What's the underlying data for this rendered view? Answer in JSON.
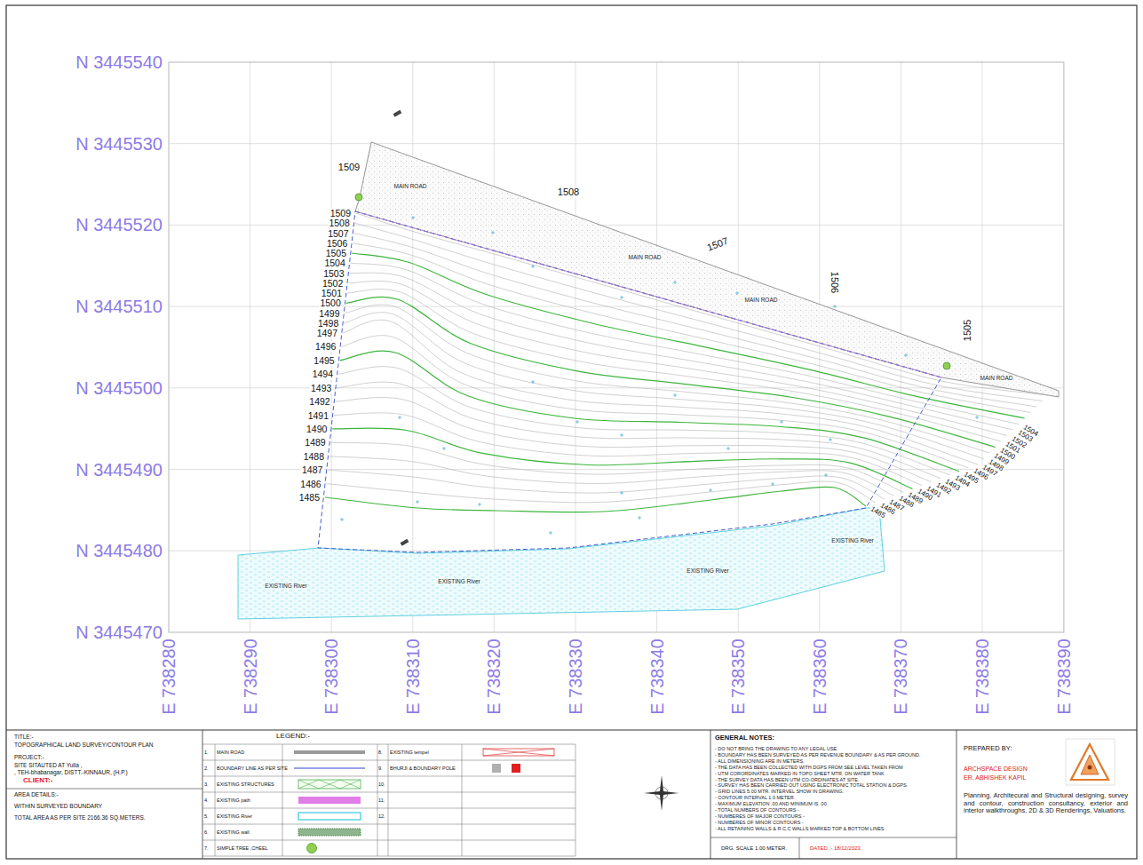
{
  "diagram": {
    "labels": [
      "N 3445540",
      "N 3445530",
      "N 3445520",
      "N 3445510",
      "N 3445500",
      "N 3445490",
      "N 3445480",
      "N 3445470",
      "E 738280",
      "E 738290",
      "E 738300",
      "E 738310",
      "E 738320",
      "E 738330",
      "E 738340",
      "E 738350",
      "E 738360",
      "E 738370",
      "E 738380",
      "E 738390",
      "1509",
      "1508",
      "1507",
      "1506",
      "1505",
      "1504",
      "1503",
      "1502",
      "1501",
      "1500",
      "1499",
      "1498",
      "1497",
      "1496",
      "1495",
      "1494",
      "1493",
      "1492",
      "1491",
      "1490",
      "1489",
      "1488",
      "1487",
      "1486",
      "1485",
      "1504",
      "1503",
      "1502",
      "1501",
      "1500",
      "1499",
      "1498",
      "1497",
      "1496",
      "1495",
      "1494",
      "1493",
      "1492",
      "1491",
      "1490",
      "1489",
      "1488",
      "1487",
      "1486",
      "1485",
      "1509",
      "1508",
      "1507",
      "1506",
      "1505",
      "MAIN ROAD",
      "MAIN ROAD",
      "MAIN ROAD",
      "MAIN ROAD",
      "EXISTING River",
      "EXISTING River",
      "EXISTING River",
      "EXISTING River",
      "TITLE:-",
      "TOPOGRAPHICAL LAND SURVEY/CONTOUR PLAN",
      "PROJECT:-",
      "SITE SITAUTED AT Yulla ,",
      ", TEH-bhabanagar, DISTT.-KINNAUR, (H.P.)",
      "CLIENT:-",
      "AREA DETAILS:-",
      "WITHIN SURVEYED BOUNDARY",
      "TOTAL AREA AS PER SITE 2166.36 SQ.METERS.",
      "LEGEND:-",
      "1.",
      "2.",
      "3.",
      "4.",
      "5.",
      "6.",
      "7.",
      "8.",
      "9.",
      "10.",
      "11.",
      "12.",
      "GENERAL NOTES:",
      "- DO NOT BRING THE DRAWING TO ANY LEGAL USE.",
      "- BOUNDARY HAS BEEN SURVEYED AS PER REVENUE BOUNDARY & AS PER GROUND.",
      "- ALL DIMENSIONING ARE IN METERS.",
      "- THE DATA HAS BEEN COLLECTED WITH DGPS FROM SEE LEVEL TAKEN FROM",
      "- UTM CORORDINATES MARKED IN TOPO SHEET MTR. ON WATER TANK",
      "- THE SURVEY DATA HAS BEEN UTM CO-ORDINATES AT SITE.",
      "- SURVEY HAS BEEN CARRIED OUT USING ELECTRONIC TOTAL STATION & DGPS.",
      "- GRID LINES 5.00 MTR. INTERVEL SHOW IN DRAWING.",
      "- CONTOUR INTERVAL 1.0 METER.",
      "- MAXIMUM ELEVATION .00 AND MINIMUM IS .00",
      "- TOTAL NUMBERS OF CONTOURS -",
      "- NUMBERES OF MAJOR CONTOURS -",
      "- NUMBERES OF MINOR CONTOURS -",
      "- ALL RETAINING WALLS & R.C.C WALLS MARKED TOP & BOTTOM LINES",
      "DRG. SCALE 1.00 METER.",
      "DATED :- 18/12/2023",
      "PREPARED BY:",
      "ARCHSPACE DESIGN",
      "ER. ABHISHEK KAPIL",
      "Planning, Architecural and Structural designing, survey and contour, construction consultancy, exterior and interior walkthroughs, 2D & 3D Renderings, Valuations."
    ],
    "legend": [
      {
        "text": "MAIN ROAD"
      },
      {
        "text": "BOUNDARY LINE AS PER SITE"
      },
      {
        "text": "EXISTING STRUCTURES"
      },
      {
        "text": "EXISTING path",
        "color": "#e07de6"
      },
      {
        "text": "EXISTING River"
      },
      {
        "text": "EXISTING wall"
      },
      {
        "text": "SIMPLE TREE ,CHEEL"
      },
      {
        "text": "EXISTING tempel"
      },
      {
        "text": "BHURJI & BOUNDARY POLE"
      }
    ]
  }
}
